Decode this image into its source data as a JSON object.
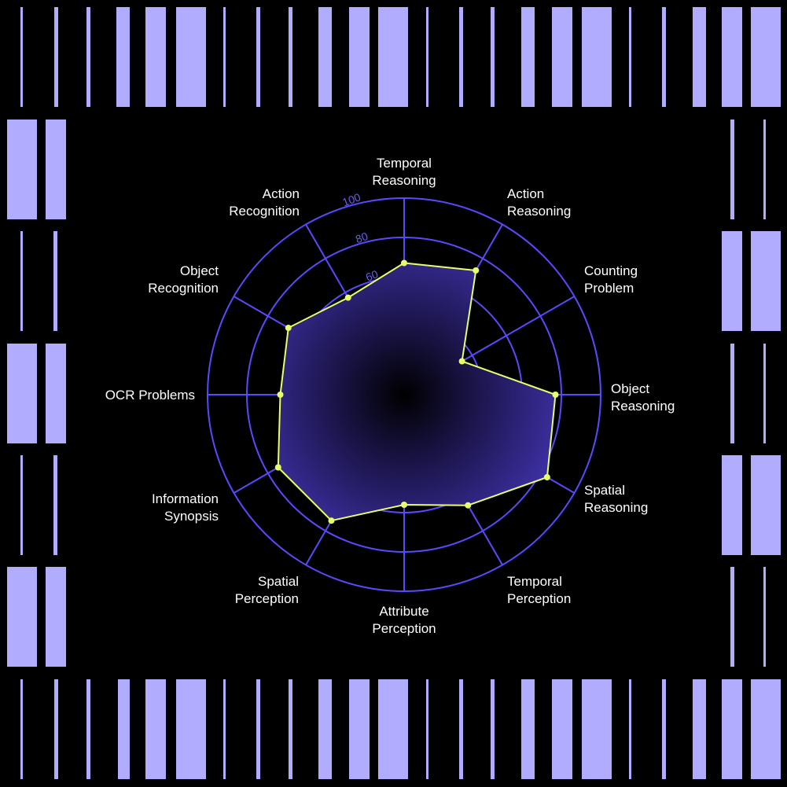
{
  "chart_data": {
    "type": "radar",
    "categories": [
      [
        "Temporal",
        "Reasoning"
      ],
      [
        "Action",
        "Reasoning"
      ],
      [
        "Counting",
        "Problem"
      ],
      [
        "Object",
        "Reasoning"
      ],
      [
        "Spatial",
        "Reasoning"
      ],
      [
        "Temporal",
        "Perception"
      ],
      [
        "Attribute",
        "Perception"
      ],
      [
        "Spatial",
        "Perception"
      ],
      [
        "Information",
        "Synopsis"
      ],
      [
        "OCR Problems"
      ],
      [
        "Object",
        "Recognition"
      ],
      [
        "Action",
        "Recognition"
      ]
    ],
    "values": [
      67,
      73,
      34,
      77,
      84,
      65,
      56,
      74,
      74,
      63,
      68,
      57
    ],
    "rlim": [
      0,
      100
    ],
    "radial_ticks": [
      "20",
      "40",
      "60",
      "80",
      "100"
    ],
    "colors": {
      "background": "#000000",
      "grid": "#5a49ff",
      "tick_label": "#6a5cff",
      "series_line": "#e6ff6a",
      "series_fill": "#3b2e9e",
      "decoration": "#b2acff",
      "label": "#ffffff"
    }
  }
}
